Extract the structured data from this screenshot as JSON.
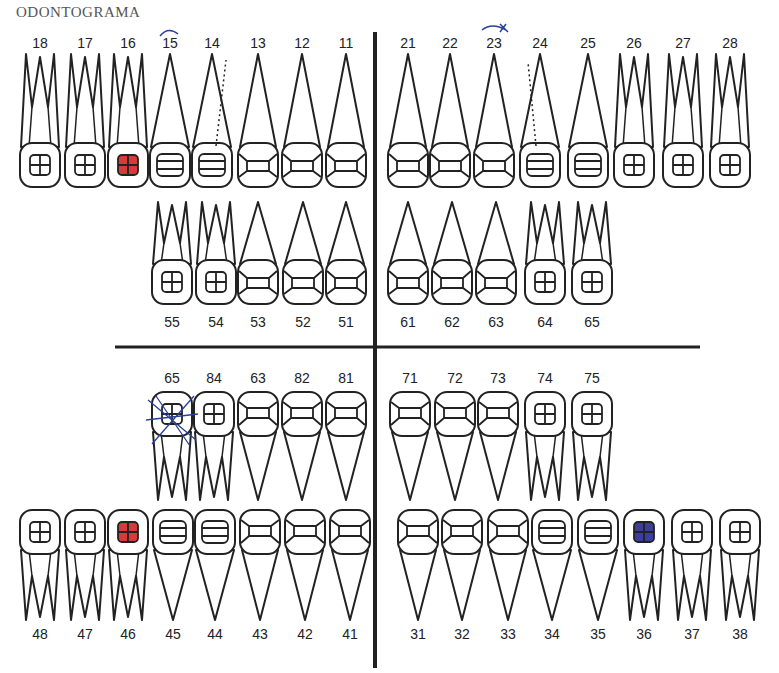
{
  "diagram": {
    "title": "ODONTOGRAMA",
    "labels": [
      "18",
      "17",
      "16",
      "15",
      "14",
      "13",
      "12",
      "11",
      "21",
      "22",
      "23",
      "24",
      "25",
      "26",
      "27",
      "28",
      "55",
      "54",
      "53",
      "52",
      "51",
      "61",
      "62",
      "63",
      "64",
      "65",
      "65",
      "84",
      "63",
      "82",
      "81",
      "71",
      "72",
      "73",
      "74",
      "75",
      "48",
      "47",
      "46",
      "45",
      "44",
      "43",
      "42",
      "41",
      "31",
      "32",
      "33",
      "34",
      "35",
      "36",
      "37",
      "38"
    ]
  }
}
